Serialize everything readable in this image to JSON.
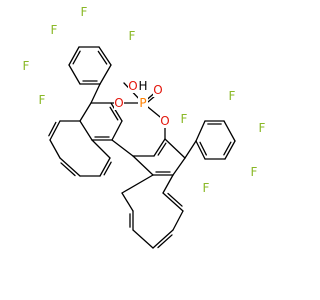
{
  "colors": {
    "fluorine": "#8ab827",
    "oxygen": "#e3170d",
    "phosphorus": "#ff8000",
    "bond": "#000000",
    "background": "#ffffff"
  },
  "labels": {
    "fluorine": "F",
    "oxygen": "O",
    "phosphorus": "P",
    "hydroxyl": "O",
    "hydroxyl_h": "H"
  }
}
